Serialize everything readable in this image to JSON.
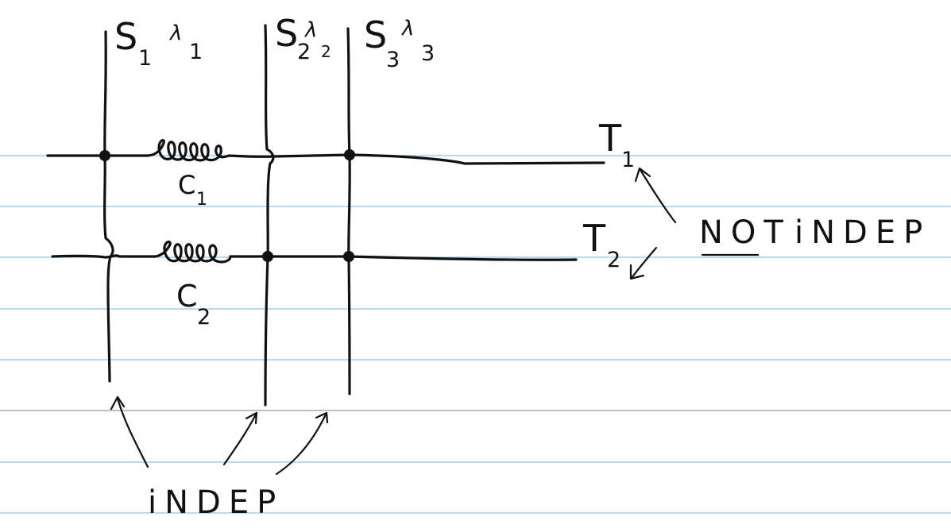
{
  "colors": {
    "ink": "#111111",
    "rule_blue": "#8ec5ee",
    "rule_gray": "#9a9a9a",
    "paper": "#ffffff"
  },
  "signals": [
    {
      "name": "S",
      "sub": "1",
      "lambda": "λ",
      "lambda_sub": "1"
    },
    {
      "name": "S",
      "sub": "2",
      "lambda": "λ",
      "lambda_sub": "2"
    },
    {
      "name": "S",
      "sub": "3",
      "lambda": "λ",
      "lambda_sub": "3"
    }
  ],
  "couplers": [
    {
      "name": "C",
      "sub": "1"
    },
    {
      "name": "C",
      "sub": "2"
    }
  ],
  "outputs": [
    {
      "name": "T",
      "sub": "1"
    },
    {
      "name": "T",
      "sub": "2"
    }
  ],
  "labels": {
    "indep": "iNDEP",
    "not_word": "NOT",
    "not_rest": "iNDEP"
  }
}
